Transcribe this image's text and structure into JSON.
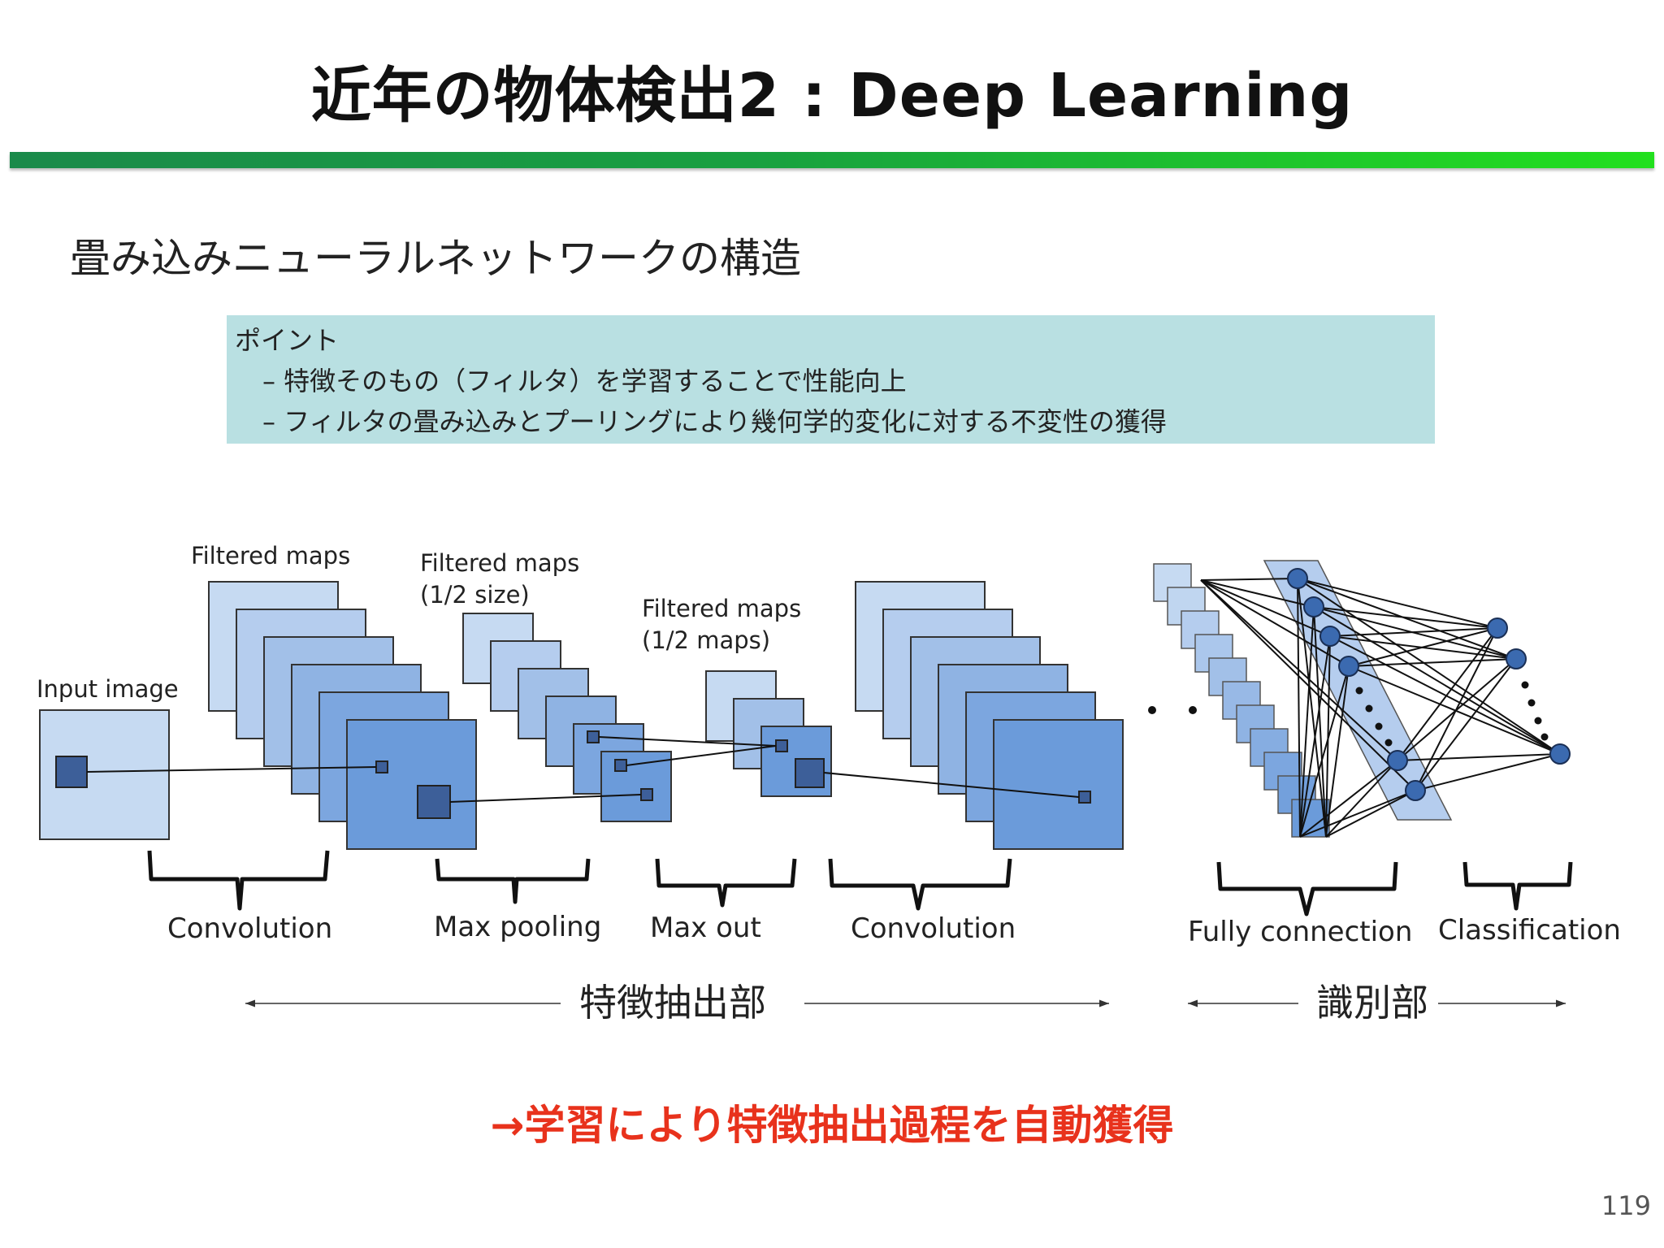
{
  "slide": {
    "title": "近年の物体検出2 : Deep Learning",
    "subtitle": "畳み込みニューラルネットワークの構造",
    "point_heading": "ポイント",
    "points": [
      "– 特徴そのもの（フィルタ）を学習することで性能向上",
      "– フィルタの畳み込みとプーリングにより幾何学的変化に対する不変性の獲得"
    ],
    "conclusion": "→学習により特徴抽出過程を自動獲得",
    "page_number": "119"
  },
  "diagram": {
    "labels": {
      "input_image": "Input image",
      "filtered_maps": "Filtered maps",
      "filtered_maps_half_size_l1": "Filtered maps",
      "filtered_maps_half_size_l2": "(1/2 size)",
      "filtered_maps_half_maps_l1": "Filtered maps",
      "filtered_maps_half_maps_l2": "(1/2 maps)"
    },
    "stages": [
      "Convolution",
      "Max pooling",
      "Max out",
      "Convolution",
      "Fully connection",
      "Classification"
    ],
    "sections": {
      "feature_extraction": "特徴抽出部",
      "identification": "識別部"
    },
    "colors": {
      "map_shades": [
        "#c6daf2",
        "#b5cdee",
        "#a2c0e8",
        "#8fb3e3",
        "#7ca6df",
        "#6b9bda"
      ],
      "node_fill": "#3b6ab0",
      "title_bar_start": "#1a8a4a",
      "title_bar_end": "#22e01e",
      "point_box": "#b9e0e2",
      "conclusion_text": "#e8321c"
    }
  }
}
